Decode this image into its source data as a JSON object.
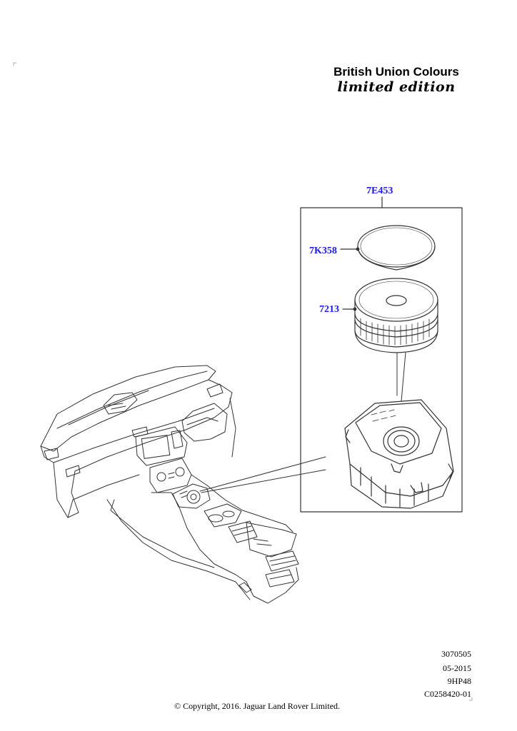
{
  "header": {
    "title": "British Union Colours",
    "subtitle": "limited edition"
  },
  "callouts": [
    {
      "id": "7E453",
      "label": "7E453"
    },
    {
      "id": "7K358",
      "label": "7K358"
    },
    {
      "id": "7213",
      "label": "7213"
    }
  ],
  "footer": {
    "codes": [
      "3070505",
      "05-2015",
      "9HP48",
      "C0258420-01"
    ],
    "copyright": "© Copyright, 2016. Jaguar Land Rover Limited."
  },
  "colors": {
    "callout": "#1a1aff",
    "line": "#333333",
    "background": "#ffffff"
  }
}
